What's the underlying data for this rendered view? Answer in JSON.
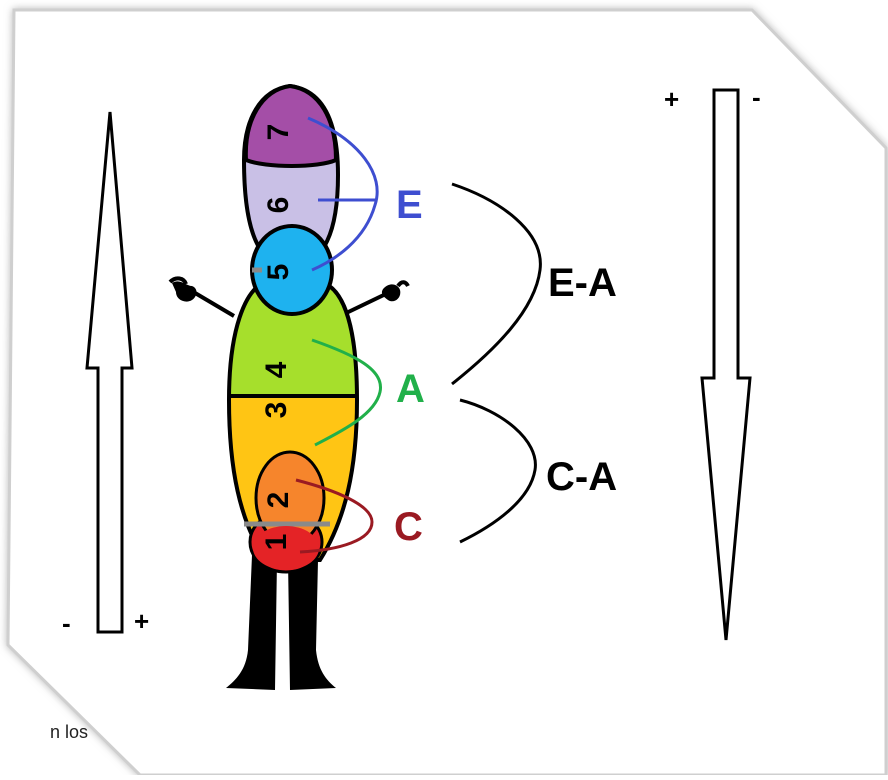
{
  "segments": [
    {
      "number": "7",
      "color": "#a44ea7"
    },
    {
      "number": "6",
      "color": "#c9c0e6"
    },
    {
      "number": "5",
      "color": "#1eb2ef"
    },
    {
      "number": "4",
      "color": "#a6df2c"
    },
    {
      "number": "3",
      "color": "#ffc514"
    },
    {
      "number": "2",
      "color": "#f6852c"
    },
    {
      "number": "1",
      "color": "#e42326"
    }
  ],
  "groups": [
    {
      "label": "E",
      "color": "#3e4ed0"
    },
    {
      "label": "A",
      "color": "#21b04a"
    },
    {
      "label": "C",
      "color": "#9a1a22"
    }
  ],
  "combined_groups": [
    {
      "label": "E-A"
    },
    {
      "label": "C-A"
    }
  ],
  "left_arrow": {
    "direction": "up",
    "bottom_left_sign": "-",
    "bottom_right_sign": "+"
  },
  "right_arrow": {
    "direction": "down",
    "top_left_sign": "+",
    "top_right_sign": "-"
  },
  "clipped_caption": "n los",
  "colors": {
    "outline": "#000000",
    "bracket": "#000000",
    "border_shadow": "#c8c8c8"
  }
}
